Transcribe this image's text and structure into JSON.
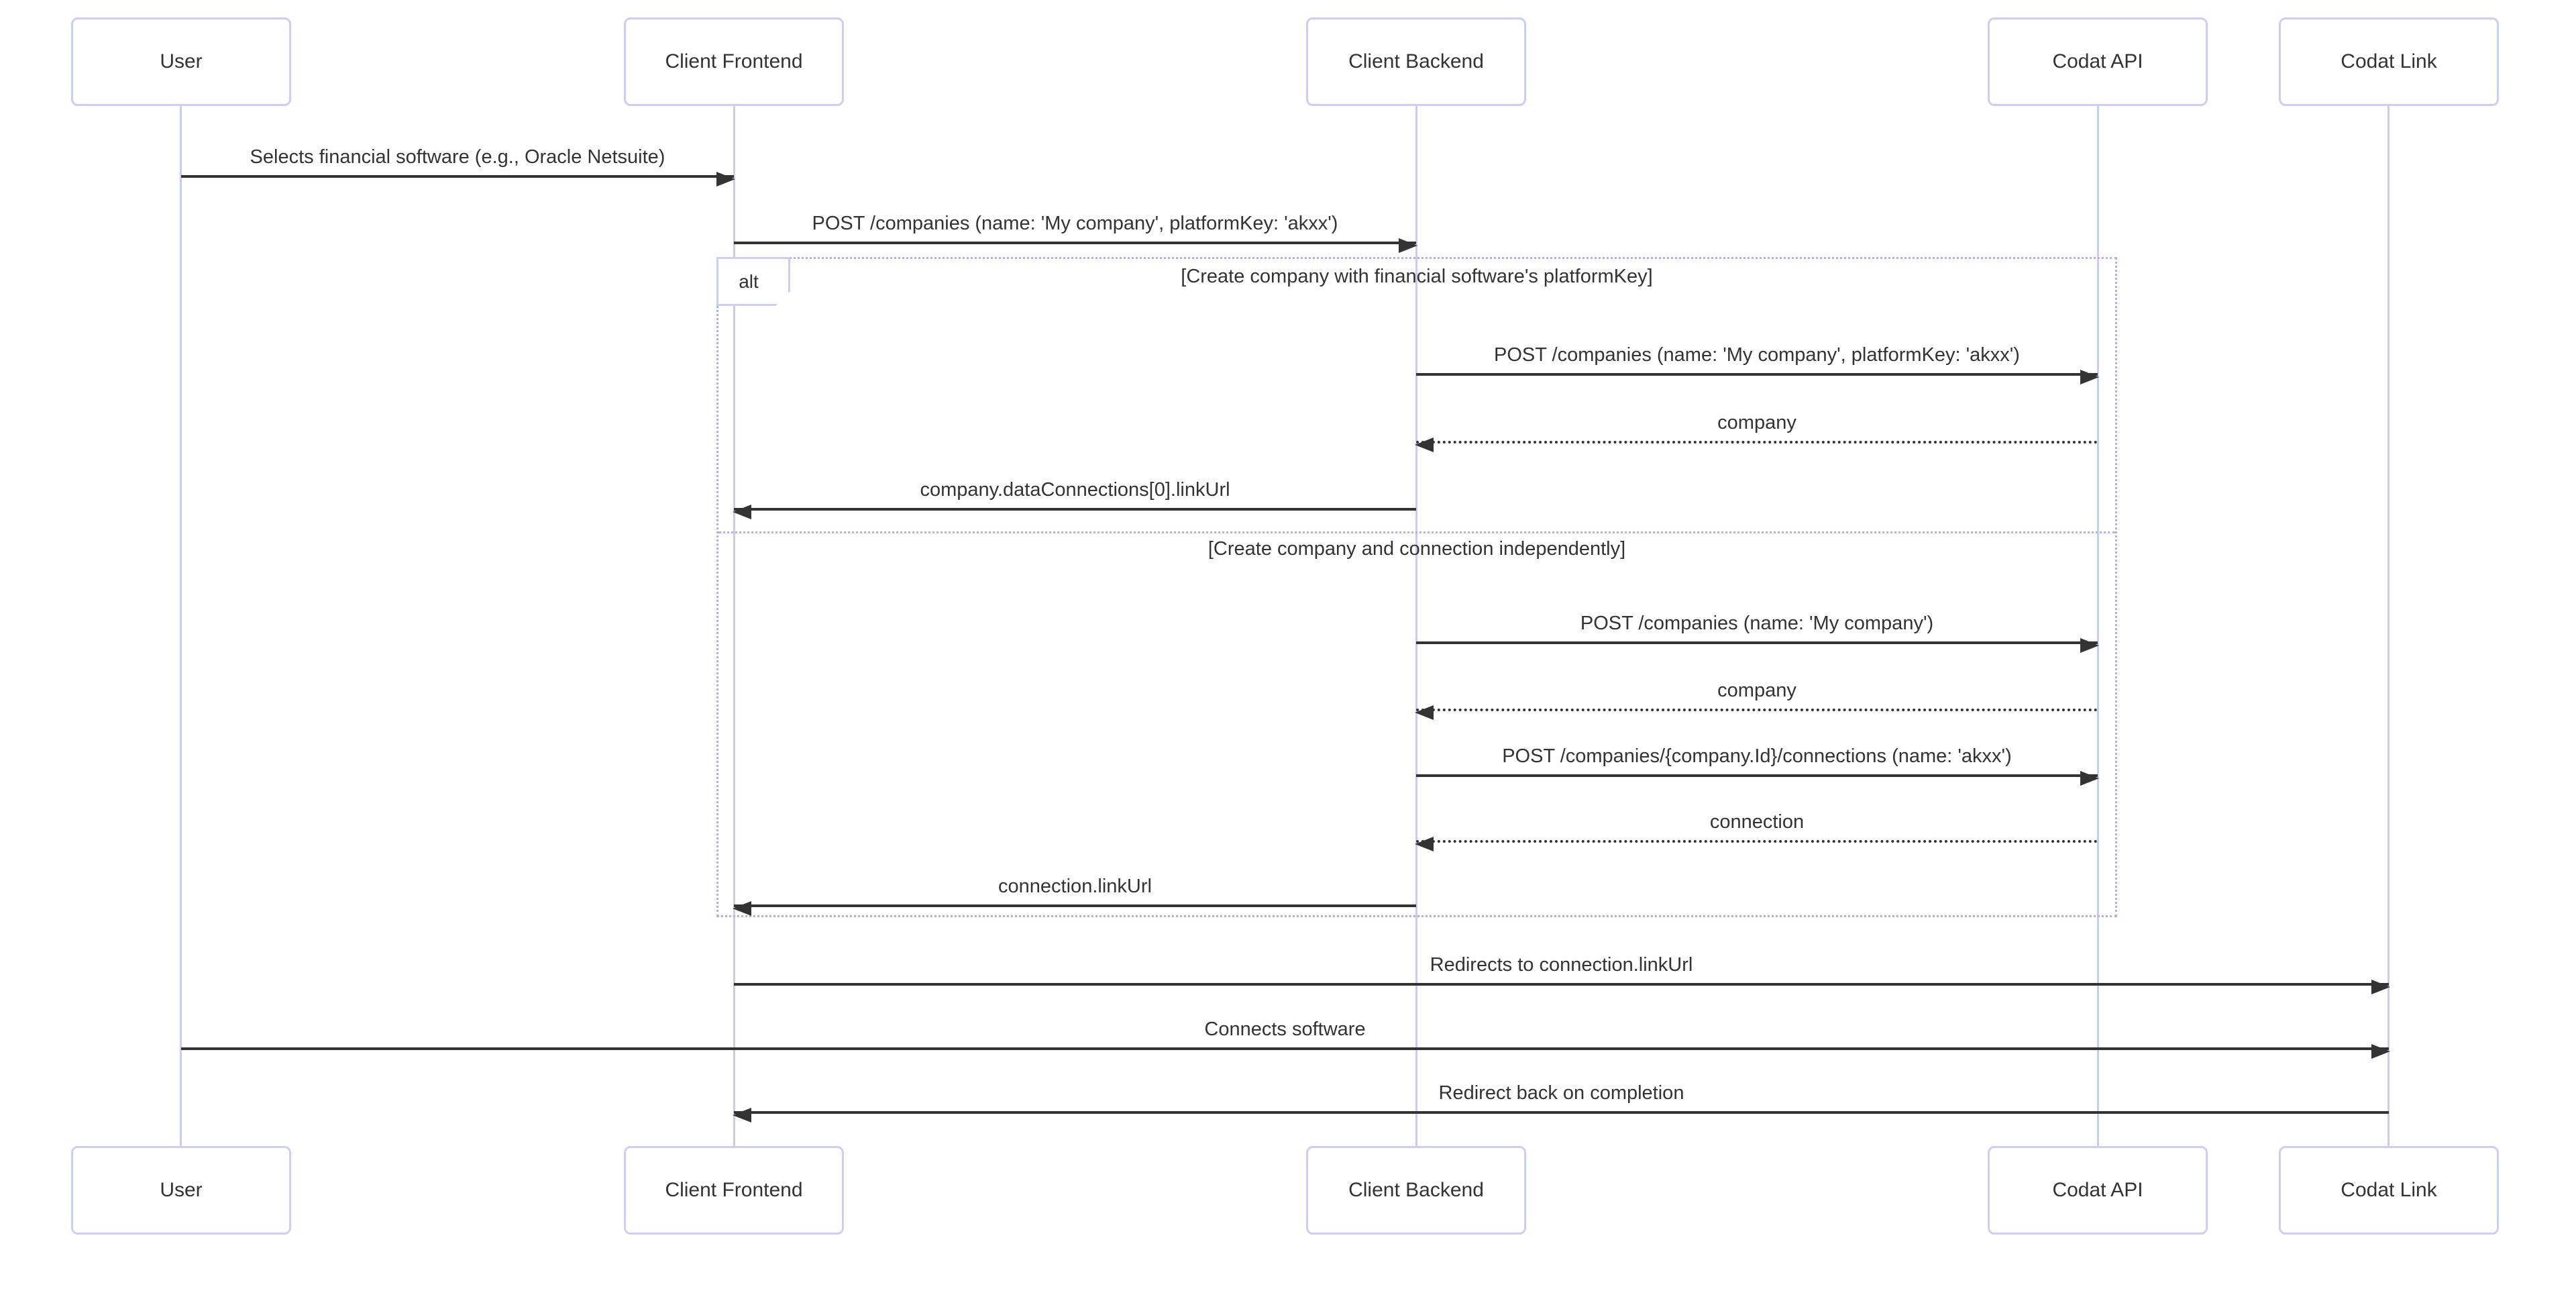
{
  "diagram": {
    "type": "sequence-diagram",
    "colors": {
      "background": "#ffffff",
      "actor_border": "#cdcdf5",
      "actor_fill": "#ffffff",
      "lifeline": "#ccccf2",
      "frame_border": "#b3b3e0",
      "message_line": "#333333",
      "text": "#333333"
    },
    "actors": [
      {
        "name": "User"
      },
      {
        "name": "Client Frontend"
      },
      {
        "name": "Client Backend"
      },
      {
        "name": "Codat API"
      },
      {
        "name": "Codat Link"
      }
    ],
    "messages": [
      {
        "from": "User",
        "to": "Client Frontend",
        "style": "solid",
        "label": "Selects financial software (e.g., Oracle Netsuite)"
      },
      {
        "from": "Client Frontend",
        "to": "Client Backend",
        "style": "solid",
        "label": "POST /companies (name: 'My company', platformKey: 'akxx')"
      },
      {
        "from": "Client Backend",
        "to": "Codat API",
        "style": "solid",
        "label": "POST /companies (name: 'My company', platformKey: 'akxx')"
      },
      {
        "from": "Codat API",
        "to": "Client Backend",
        "style": "dashed",
        "label": "company"
      },
      {
        "from": "Client Backend",
        "to": "Client Frontend",
        "style": "solid",
        "label": "company.dataConnections[0].linkUrl"
      },
      {
        "from": "Client Backend",
        "to": "Codat API",
        "style": "solid",
        "label": "POST /companies (name: 'My company')"
      },
      {
        "from": "Codat API",
        "to": "Client Backend",
        "style": "dashed",
        "label": "company"
      },
      {
        "from": "Client Backend",
        "to": "Codat API",
        "style": "solid",
        "label": "POST /companies/{company.Id}/connections (name: 'akxx')"
      },
      {
        "from": "Codat API",
        "to": "Client Backend",
        "style": "dashed",
        "label": "connection"
      },
      {
        "from": "Client Backend",
        "to": "Client Frontend",
        "style": "solid",
        "label": "connection.linkUrl"
      },
      {
        "from": "Client Frontend",
        "to": "Codat Link",
        "style": "solid",
        "label": "Redirects to connection.linkUrl"
      },
      {
        "from": "User",
        "to": "Codat Link",
        "style": "solid",
        "label": "Connects software"
      },
      {
        "from": "Codat Link",
        "to": "Client Frontend",
        "style": "solid",
        "label": "Redirect back on completion"
      }
    ],
    "frame": {
      "operator": "alt",
      "branch1_condition": "[Create company with financial software's platformKey]",
      "branch2_condition": "[Create company and connection independently]"
    }
  }
}
